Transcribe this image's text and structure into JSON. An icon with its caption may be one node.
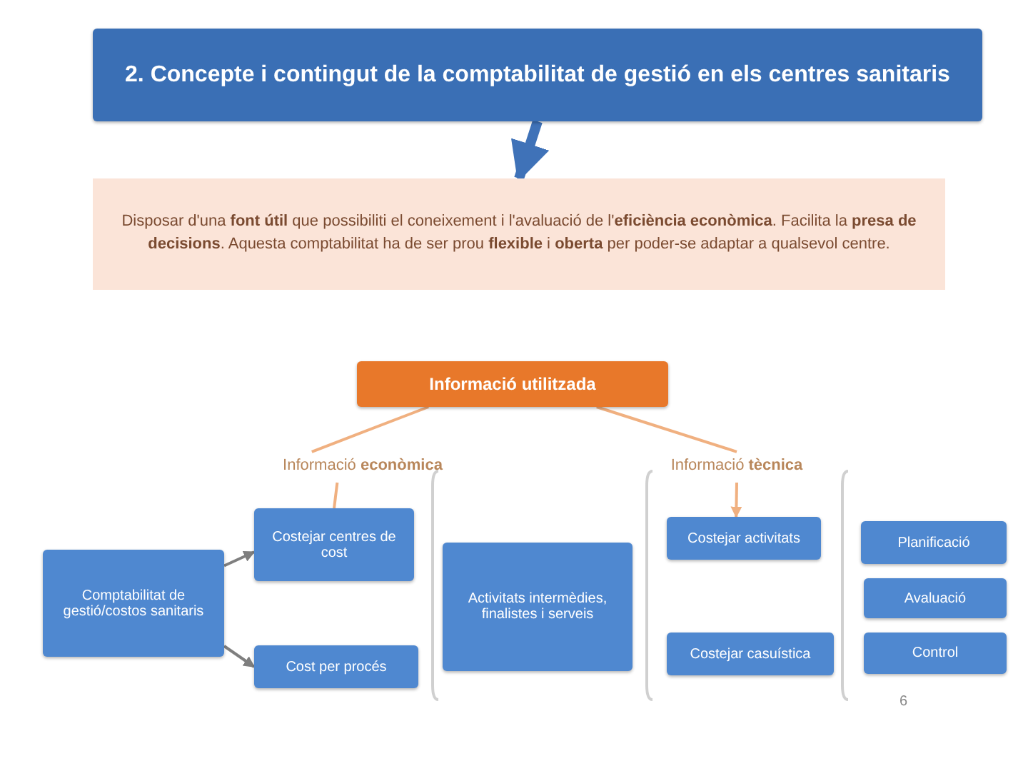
{
  "diagram": {
    "nodes": [
      {
        "text": [
          "2. Concepte i contingut de la comptabilitat de gestió en els centres sanitaris"
        ]
      },
      {
        "text": [
          "Disposar d'una **font útil** que possibiliti el coneixement i l'avaluació de l'**eficiència econòmica**. Facilita la **presa de decisions**. Aquesta comptabilitat ha de ser prou **flexible** i **oberta** per poder-se adaptar a qualsevol centre."
        ]
      },
      {
        "text": [
          "Informació utilitzada"
        ]
      },
      {
        "text": [
          "Informació **econòmica**"
        ]
      },
      {
        "text": [
          "Informació **tècnica**"
        ]
      },
      {
        "text": [
          "Comptabilitat de gestió/costos sanitaris"
        ]
      },
      {
        "text": [
          "Costejar centres de cost"
        ]
      },
      {
        "text": [
          "Cost per procés"
        ]
      },
      {
        "text": [
          "Activitats intermèdies, finalistes i serveis"
        ]
      },
      {
        "text": [
          "Costejar activitats"
        ]
      },
      {
        "text": [
          "Costejar casuística"
        ]
      },
      {
        "text": [
          "Planificació"
        ]
      },
      {
        "text": [
          "Avaluació"
        ]
      },
      {
        "text": [
          "Control"
        ]
      }
    ],
    "edges": [
      {
        "from": 0,
        "to": 1,
        "arrow": "to",
        "style": "thick",
        "color": "#3f72b8"
      },
      {
        "from": 2,
        "to": 3,
        "arrow": "none"
      },
      {
        "from": 2,
        "to": 4,
        "arrow": "none"
      },
      {
        "from": 3,
        "to": 6,
        "arrow": "none"
      },
      {
        "from": 4,
        "to": 9,
        "arrow": "to"
      },
      {
        "from": 5,
        "to": 6,
        "arrow": "to",
        "color": "#7f7f7f"
      },
      {
        "from": 5,
        "to": 7,
        "arrow": "to",
        "color": "#7f7f7f"
      }
    ],
    "labels": [
      "6"
    ]
  }
}
